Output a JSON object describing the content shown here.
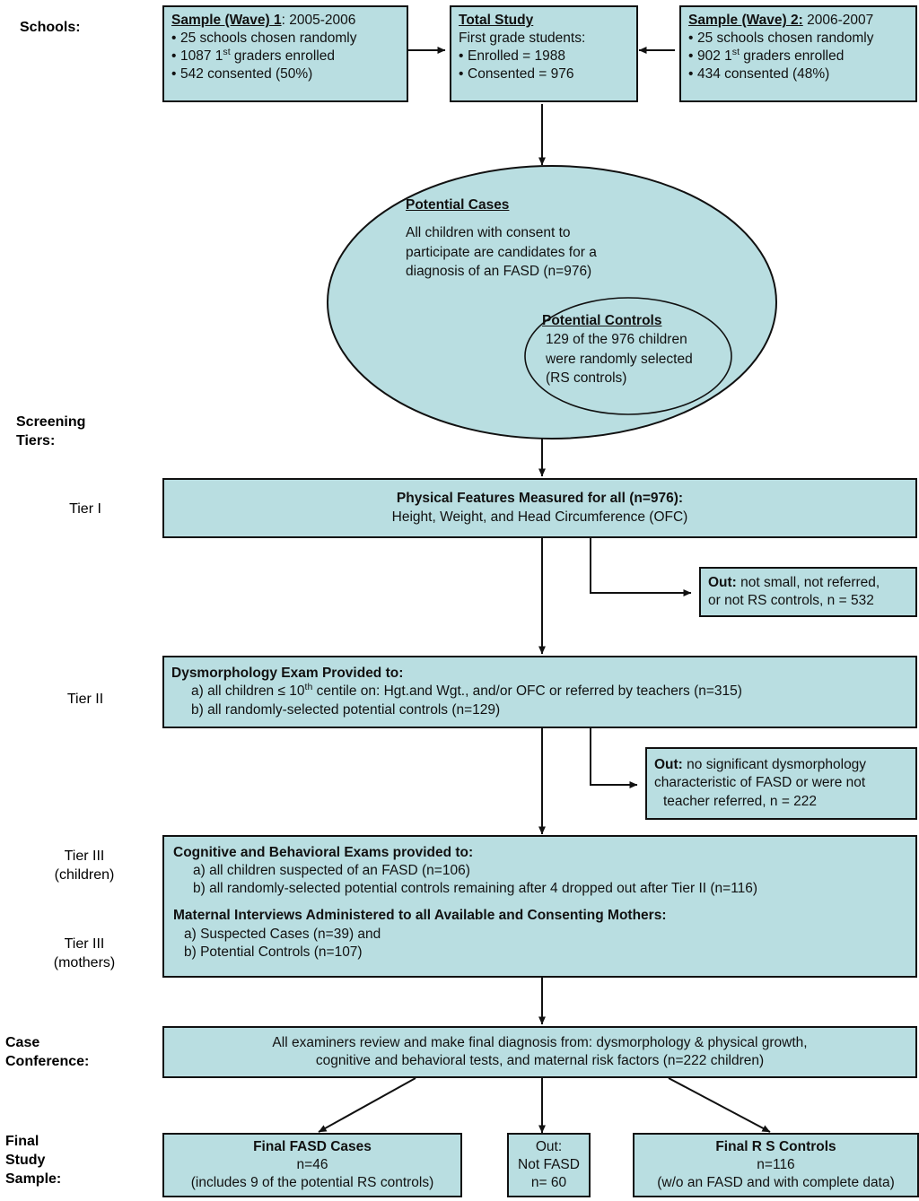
{
  "figure": {
    "type": "flowchart",
    "title": "FASD school-based study sampling and screening flow",
    "fill_color": "#b9dee1",
    "line_color": "#111111"
  },
  "side_labels": {
    "schools": "Schools:",
    "screening_tiers": "Screening\nTiers:",
    "tier1": "Tier I",
    "tier2": "Tier II",
    "tier3_children": "Tier III\n(children)",
    "tier3_mothers": "Tier III\n(mothers)",
    "case_conference": "Case\nConference:",
    "final_study_sample": "Final\nStudy\nSample:"
  },
  "wave1": {
    "heading": "Sample (Wave) 1",
    "heading_rest": ":  2005-2006",
    "bullets": [
      "25 schools chosen randomly",
      "1087 1st graders enrolled",
      "542 consented (50%)"
    ],
    "bullet2_pre": "1087 1",
    "bullet2_sup": "st",
    "bullet2_post": " graders enrolled"
  },
  "total_study": {
    "heading": "Total Study",
    "subheading": "First grade students:",
    "bullets": [
      "Enrolled = 1988",
      "Consented = 976"
    ]
  },
  "wave2": {
    "heading": "Sample (Wave) 2:",
    "heading_rest": "  2006-2007",
    "bullets": [
      "25 schools chosen randomly",
      "902 1st graders enrolled",
      "434 consented (48%)"
    ],
    "bullet2_pre": "902  1",
    "bullet2_sup": "st",
    "bullet2_post": " graders enrolled"
  },
  "potential_cases": {
    "heading": "Potential Cases",
    "line1": "All children with consent to",
    "line2": "participate are candidates for a",
    "line3": "diagnosis of an FASD (n=976)"
  },
  "potential_controls": {
    "heading": "Potential Controls",
    "line1": "129 of the 976 children",
    "line2": "were randomly selected",
    "line3": "(RS controls)"
  },
  "tier1_box": {
    "line1": "Physical Features Measured for all (n=976):",
    "line2": "Height, Weight, and Head Circumference (OFC)"
  },
  "out1_box": {
    "label": "Out:",
    "line1_rest": " not small, not referred,",
    "line2": "or not RS  controls, n = 532"
  },
  "tier2_box": {
    "heading": "Dysmorphology Exam Provided to:",
    "item_a_pre": "a)  all children ≤ 10",
    "item_a_sup": "th",
    "item_a_post": " centile on: Hgt.and Wgt.,  and/or OFC or referred by teachers (n=315)",
    "item_b": "b)  all randomly-selected potential controls (n=129)"
  },
  "out2_box": {
    "label": "Out:",
    "line1_rest": "  no significant dysmorphology",
    "line2": "characteristic of FASD or were not",
    "line3": "teacher referred, n = 222"
  },
  "tier3_box": {
    "heading1": "Cognitive and Behavioral Exams provided to:",
    "item_a": "a)  all children suspected of an FASD (n=106)",
    "item_b": "b)  all randomly-selected potential controls remaining after 4 dropped out after Tier II (n=116)",
    "heading2": "Maternal Interviews Administered to all Available and  Consenting Mothers:",
    "item_c": "a) Suspected Cases  (n=39) and",
    "item_d": "b) Potential Controls (n=107)"
  },
  "case_conference_box": {
    "line1": "All examiners review and make final diagnosis from: dysmorphology & physical growth,",
    "line2": "cognitive and behavioral tests, and maternal risk factors (n=222 children)"
  },
  "final_cases_box": {
    "heading": "Final FASD Cases",
    "line2": "n=46",
    "line3": "(includes 9 of the potential RS controls)"
  },
  "final_out_box": {
    "heading": "Out:",
    "line2": "Not FASD",
    "line3": "n= 60"
  },
  "final_controls_box": {
    "heading": "Final R S Controls",
    "line2": "n=116",
    "line3": "(w/o an FASD and with complete data)"
  }
}
